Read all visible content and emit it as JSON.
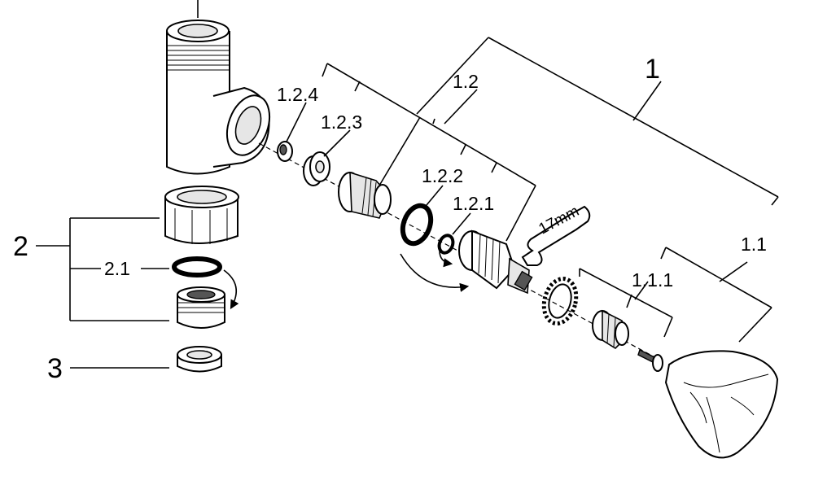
{
  "labels": {
    "l1": "1",
    "l1_1": "1.1",
    "l1_1_1": "1.1.1",
    "l1_2": "1.2",
    "l1_2_1": "1.2.1",
    "l1_2_2": "1.2.2",
    "l1_2_3": "1.2.3",
    "l1_2_4": "1.2.4",
    "l2": "2",
    "l2_1": "2.1",
    "l3": "3",
    "wrench": "17mm"
  }
}
